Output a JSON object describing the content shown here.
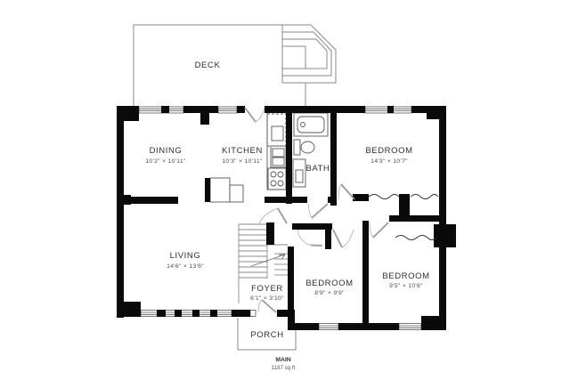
{
  "plan": {
    "rooms": {
      "deck": {
        "name": "DECK"
      },
      "dining": {
        "name": "DINING",
        "dims": "10'2\" × 10'11\""
      },
      "kitchen": {
        "name": "KITCHEN",
        "dims": "10'3\" × 10'11\""
      },
      "bath": {
        "name": "BATH"
      },
      "bedroom_top": {
        "name": "BEDROOM",
        "dims": "14'3\" × 10'7\""
      },
      "living": {
        "name": "LIVING",
        "dims": "14'6\" × 13'6\""
      },
      "foyer": {
        "name": "FOYER",
        "dims": "6'1\" × 3'10\""
      },
      "bedroom_mid": {
        "name": "BEDROOM",
        "dims": "8'9\" × 9'9\""
      },
      "bedroom_right": {
        "name": "BEDROOM",
        "dims": "9'5\" × 10'6\""
      },
      "porch": {
        "name": "PORCH"
      }
    },
    "footer": {
      "level": "MAIN",
      "area": "1187 sq ft"
    },
    "colors": {
      "wall": "#0a0a0a",
      "thin_line": "#8a8a8a",
      "door": "#9a9a9a",
      "fixture": "#555555"
    }
  }
}
